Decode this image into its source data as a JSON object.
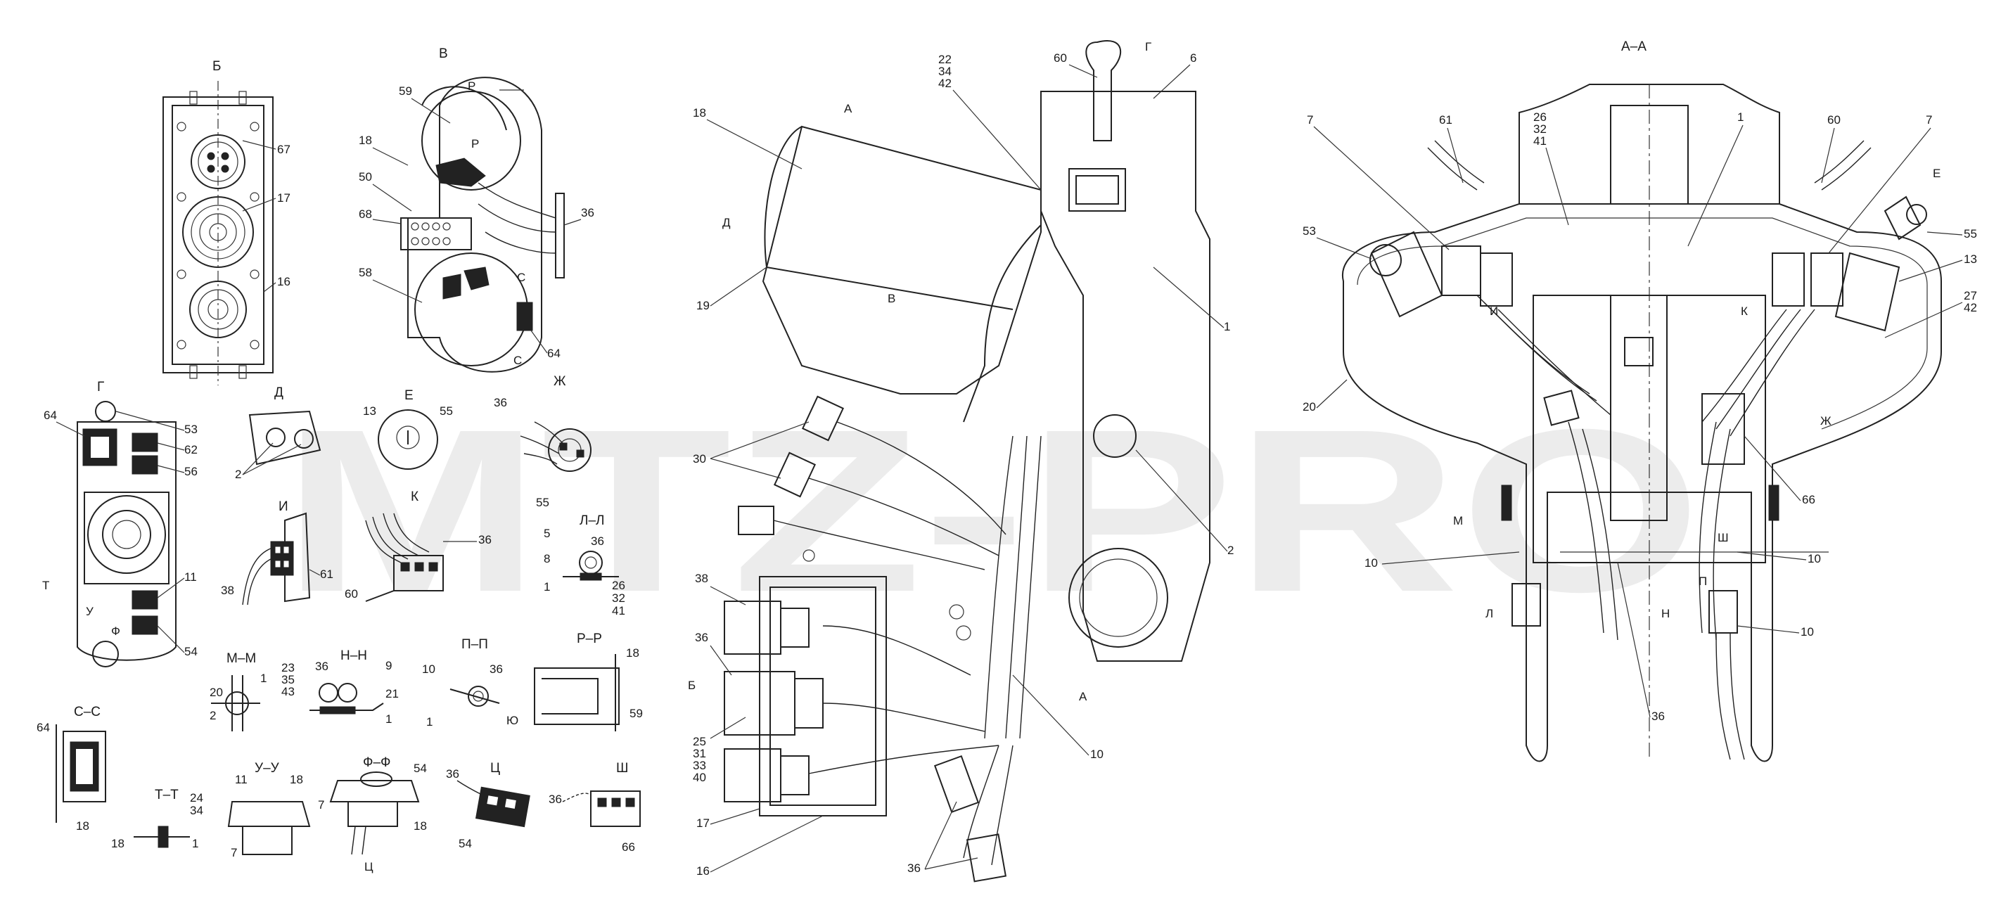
{
  "watermark": "MTZ-PRO",
  "view_titles": {
    "B": "Б",
    "V": "В",
    "G": "Г",
    "D": "Д",
    "E": "Е",
    "Zh": "Ж",
    "I": "И",
    "K": "К",
    "LL": "Л–Л",
    "MM": "М–М",
    "NN": "Н–Н",
    "PP": "П–П",
    "RR": "Р–Р",
    "SS": "С–С",
    "TT": "Т–Т",
    "UU": "У–У",
    "FF": "Ф–Ф",
    "Ts": "Ц",
    "Sh": "Ш",
    "AA": "А–А"
  },
  "callouts": {
    "v67": "67",
    "v17a": "17",
    "v16a": "16",
    "v59": "59",
    "v18a": "18",
    "v50": "50",
    "v68": "68",
    "v58": "58",
    "v36a": "36",
    "v64a": "64",
    "vR1": "Р",
    "vR2": "Р",
    "vS1": "С",
    "vS2": "С",
    "g64": "64",
    "g53": "53",
    "g62": "62",
    "g56": "56",
    "g11": "11",
    "g54": "54",
    "gT": "Т",
    "gU": "У",
    "gF": "Ф",
    "d2": "2",
    "e13": "13",
    "e55": "55",
    "zh36": "36",
    "zh55": "55",
    "i38": "38",
    "i61": "61",
    "k60": "60",
    "k36": "36",
    "l5": "5",
    "l8": "8",
    "l36": "36",
    "l1": "1",
    "l26": "26",
    "l32": "32",
    "l41": "41",
    "m20": "20",
    "m2": "2",
    "m1": "1",
    "n23": "23",
    "n35": "35",
    "n43": "43",
    "n36": "36",
    "n9": "9",
    "n21": "21",
    "n1": "1",
    "p10": "10",
    "p36": "36",
    "p1": "1",
    "r18": "18",
    "r59": "59",
    "rYu": "Ю",
    "s64": "64",
    "s18": "18",
    "t24": "24",
    "t34": "34",
    "t18": "18",
    "t1": "1",
    "u11": "11",
    "u18": "18",
    "u7": "7",
    "f54": "54",
    "f7": "7",
    "f18": "18",
    "fTs": "Ц",
    "ts36": "36",
    "ts54": "54",
    "sh36": "36",
    "sh66": "66",
    "c22": "22",
    "c34": "34",
    "c42": "42",
    "c60": "60",
    "c6": "6",
    "c18": "18",
    "c19": "19",
    "c1": "1",
    "c2": "2",
    "c30": "30",
    "c38": "38",
    "c36": "36",
    "c25": "25",
    "c31": "31",
    "c33": "33",
    "c40": "40",
    "c17": "17",
    "c16": "16",
    "c10": "10",
    "c36b": "36",
    "cA1": "А",
    "cA2": "А",
    "cG": "Г",
    "cD": "Д",
    "cB": "Б",
    "cV": "В",
    "a7l": "7",
    "a61": "61",
    "a26": "26",
    "a32": "32",
    "a41": "41",
    "a1": "1",
    "a60": "60",
    "a7r": "7",
    "aE": "Е",
    "a55": "55",
    "a13": "13",
    "a27": "27",
    "a42": "42",
    "a53": "53",
    "a20": "20",
    "aZh": "Ж",
    "a66": "66",
    "a10a": "10",
    "a10b": "10",
    "a10c": "10",
    "a36": "36",
    "aI": "И",
    "aK": "К",
    "aM": "М",
    "aL": "Л",
    "aN": "Н",
    "aP": "П",
    "aSh": "Ш"
  },
  "icons": [
    "connector-icon",
    "key-switch-icon",
    "toggle-switch-icon",
    "cable-harness-icon"
  ]
}
